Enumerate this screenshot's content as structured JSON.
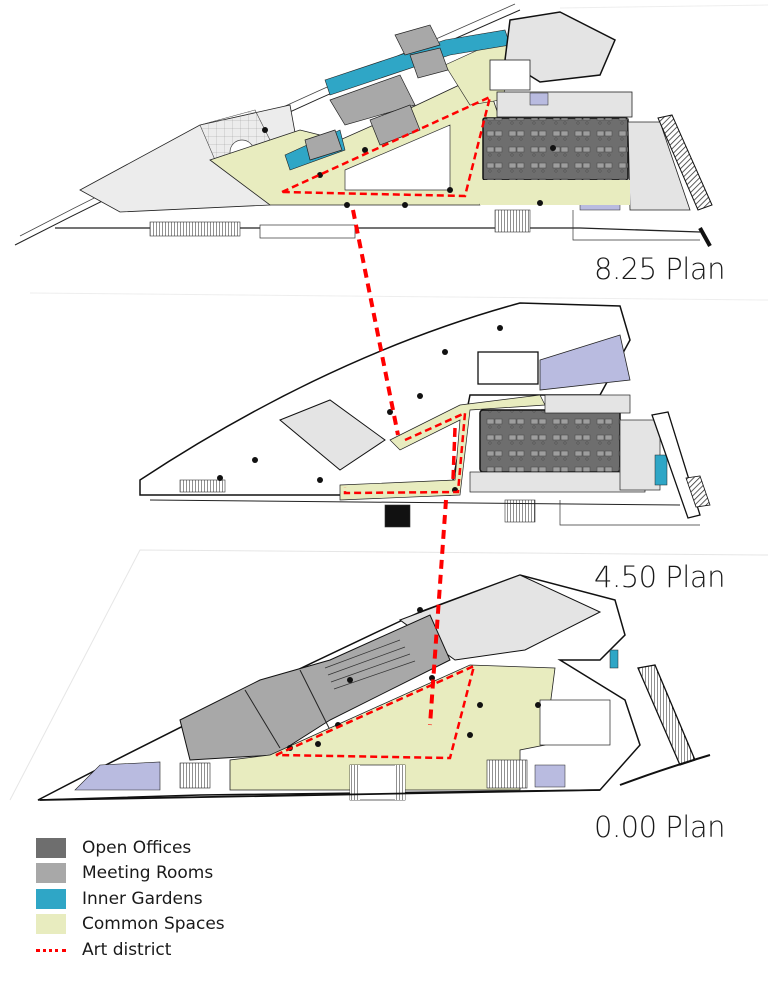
{
  "figure": {
    "type": "exploded-axonometric-floor-plans",
    "plans": [
      {
        "id": "top",
        "label": "8.25 Plan"
      },
      {
        "id": "middle",
        "label": "4.50 Plan"
      },
      {
        "id": "bottom",
        "label": "0.00 Plan"
      }
    ]
  },
  "legend": {
    "items": [
      {
        "label": "Open Offices",
        "color": "#6e6e6e",
        "kind": "fill"
      },
      {
        "label": "Meeting Rooms",
        "color": "#a8a8a8",
        "kind": "fill"
      },
      {
        "label": "Inner Gardens",
        "color": "#2fa6c6",
        "kind": "fill"
      },
      {
        "label": "Common Spaces",
        "color": "#e8ecbf",
        "kind": "fill"
      },
      {
        "label": "Art district",
        "color": "#ff0000",
        "kind": "dashed-line"
      }
    ]
  },
  "colors": {
    "open_offices": "#6e6e6e",
    "meeting_rooms": "#a8a8a8",
    "inner_gardens": "#2fa6c6",
    "common_spaces": "#e8ecbf",
    "art_district": "#ff0000",
    "support_rooms": "#b9bbe0",
    "light_rooms": "#e4e4e4"
  }
}
